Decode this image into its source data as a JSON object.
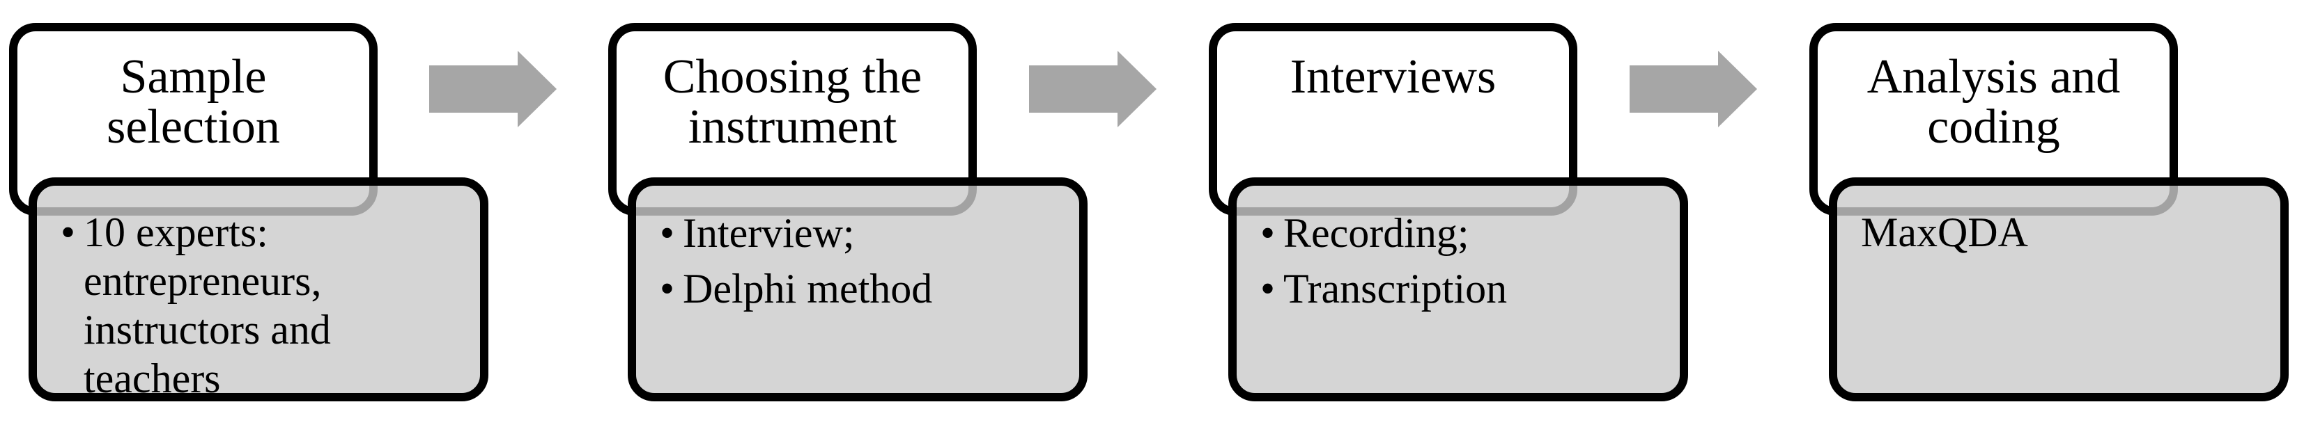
{
  "figure": {
    "type": "process-flow-diagram",
    "background": "#ffffff",
    "border_color": "#000000",
    "box_fill": "rgba(203,203,203,0.8)",
    "box_fill_apparent": "#d4d4d4",
    "arrow_color": "#a6a6a6",
    "text_color": "#000000"
  },
  "ui": {
    "bullet_char": "•",
    "arrow_icon": "right-block-arrow"
  },
  "stages": [
    {
      "title": "Sample selection",
      "bulleted": true,
      "items": [
        "10 experts: entrepreneurs, instructors and teachers"
      ]
    },
    {
      "title": "Choosing the instrument",
      "bulleted": true,
      "items": [
        "Interview;",
        "Delphi method"
      ]
    },
    {
      "title": "Interviews",
      "bulleted": true,
      "items": [
        "Recording;",
        "Transcription"
      ]
    },
    {
      "title": "Analysis and coding",
      "bulleted": false,
      "items": [
        "MaxQDA"
      ]
    }
  ]
}
